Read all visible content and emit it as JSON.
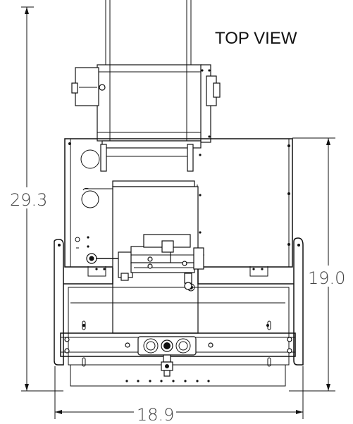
{
  "view_title": "TOP VIEW",
  "dimensions": {
    "overall_length": "29.3",
    "base_length": "19.0",
    "width": "18.9"
  }
}
